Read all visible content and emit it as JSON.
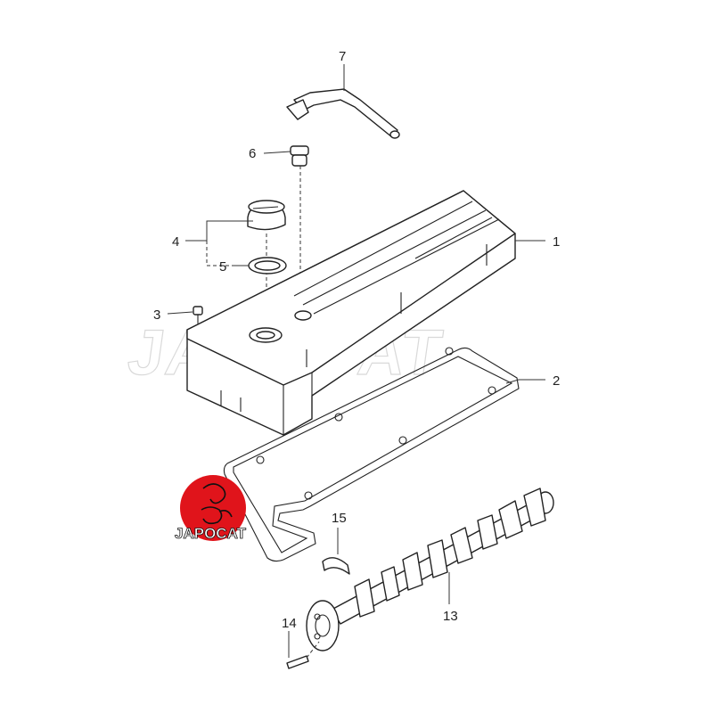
{
  "watermark_text": "JAPOCAT",
  "logo": {
    "text": "JAPOCAT",
    "color": "#e0141b"
  },
  "callouts": [
    {
      "id": "1",
      "part": "cylinder-head-cover"
    },
    {
      "id": "2",
      "part": "cover-gasket"
    },
    {
      "id": "3",
      "part": "cover-bolt"
    },
    {
      "id": "4",
      "part": "oil-filler-cap"
    },
    {
      "id": "5",
      "part": "cap-seal-ring"
    },
    {
      "id": "6",
      "part": "pcv-valve"
    },
    {
      "id": "7",
      "part": "breather-hose"
    },
    {
      "id": "13",
      "part": "camshaft"
    },
    {
      "id": "14",
      "part": "dowel-pin"
    },
    {
      "id": "15",
      "part": "half-moon-seal"
    }
  ]
}
